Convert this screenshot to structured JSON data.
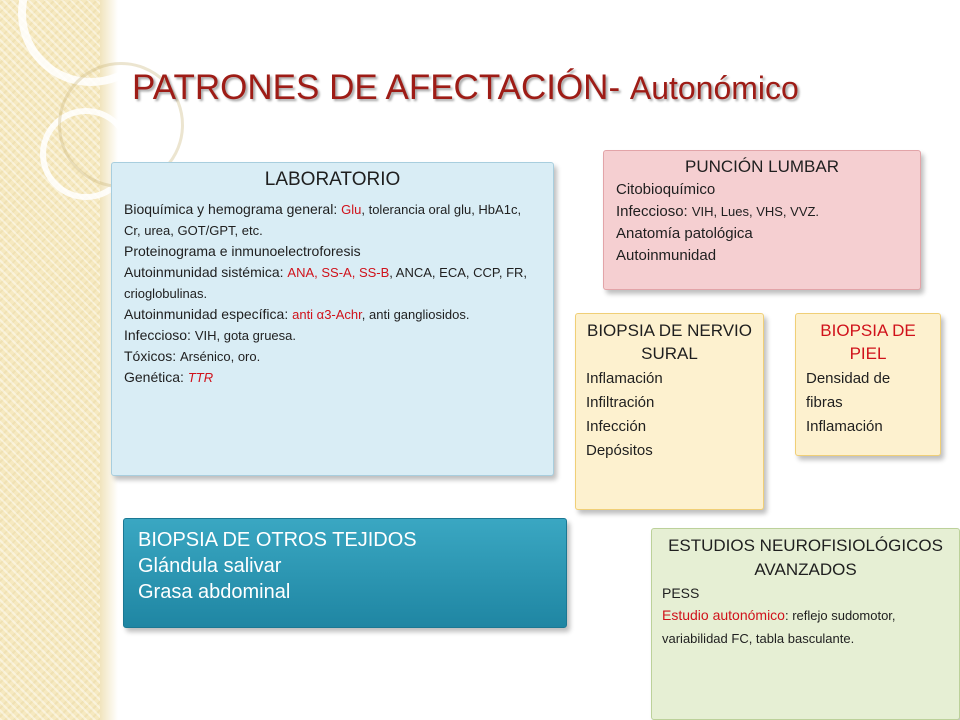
{
  "title": {
    "main": "PATRONES DE AFECTACIÓN-",
    "sub": "Autonómico"
  },
  "laboratorio": {
    "header": "LABORATORIO",
    "bioquimica": {
      "label": "Bioquímica y hemograma general:",
      "red": "Glu",
      "rest": ", tolerancia oral glu, HbA1c, Cr, urea, GOT/GPT, etc."
    },
    "proteinograma": "Proteinograma e inmunoelectroforesis",
    "autoinm_sist": {
      "label": "Autoinmunidad sistémica:",
      "red": "ANA, SS-A, SS-B",
      "rest": ", ANCA, ECA, CCP, FR,  crioglobulinas."
    },
    "autoinm_esp": {
      "label": "Autoinmunidad específica:",
      "red": "anti α3-Achr",
      "rest": ", anti gangliosidos."
    },
    "infeccioso": {
      "label": "Infeccioso:",
      "rest": "VIH, gota gruesa."
    },
    "toxicos": {
      "label": "Tóxicos:",
      "rest": "Arsénico, oro."
    },
    "genetica": {
      "label": "Genética:",
      "red": "TTR"
    }
  },
  "puncion_lumbar": {
    "header": "PUNCIÓN LUMBAR",
    "line1": "Citobioquímico",
    "infeccioso_label": "Infeccioso:",
    "infeccioso_rest": "VIH, Lues, VHS, VVZ.",
    "line3": "Anatomía patológica",
    "line4": "Autoinmunidad"
  },
  "biopsia_sural": {
    "header": "BIOPSIA DE NERVIO SURAL",
    "items": [
      "Inflamación",
      "Infiltración",
      "Infección",
      "Depósitos"
    ]
  },
  "biopsia_piel": {
    "header": "BIOPSIA DE PIEL",
    "items": [
      "Densidad de fibras",
      "Inflamación"
    ]
  },
  "biopsia_otros": {
    "header": "BIOPSIA DE  OTROS TEJIDOS",
    "items": [
      "Glándula salivar",
      "Grasa abdominal"
    ]
  },
  "estudios": {
    "header": "ESTUDIOS NEUROFISIOLÓGICOS AVANZADOS",
    "line1": "PESS",
    "autonomico_label": "Estudio autonómico",
    "autonomico_rest": ": reflejo sudomotor, variabilidad FC, tabla basculante."
  },
  "colors": {
    "title": "#9e1c16",
    "accent_red": "#d0121b",
    "lab_bg": "#d9edf5",
    "pl_bg": "#f5cfd1",
    "biopsy_bg": "#fdf1cf",
    "otros_bg": "#1f86a3",
    "neuro_bg": "#e6efd4"
  }
}
